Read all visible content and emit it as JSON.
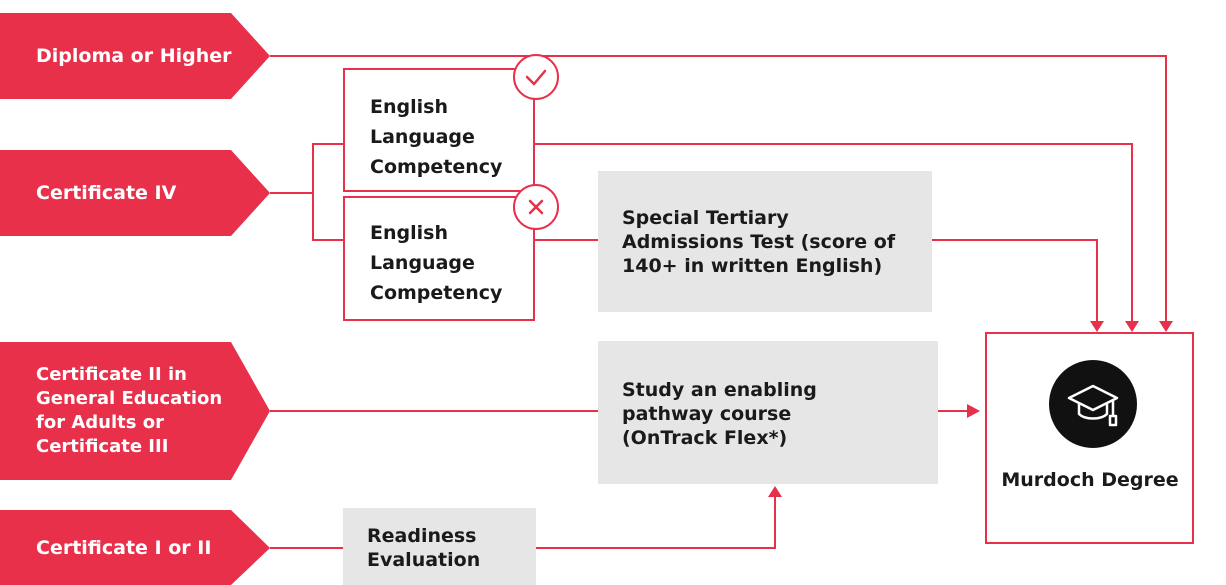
{
  "sources": {
    "diploma": "Diploma or Higher",
    "cert4": "Certificate IV",
    "cert2_3": "Certificate II in General Education for Adults or Certificate III",
    "cert1_2": "Certificate I or II"
  },
  "competency": {
    "pass": {
      "label": "English Language Competency",
      "status_icon": "check-icon"
    },
    "fail": {
      "label": "English Language Competency",
      "status_icon": "cross-icon"
    }
  },
  "pathways": {
    "stat": "Special Tertiary Admissions Test (score of 140+ in written English)",
    "enabling": "Study an enabling pathway course (OnTrack Flex*)",
    "readiness": "Readiness Evaluation"
  },
  "destination": {
    "label": "Murdoch Degree",
    "icon": "graduation-cap-icon"
  },
  "colors": {
    "accent": "#E8304A",
    "box_fill": "#E6E6E6",
    "text": "#1a1a1a",
    "icon_circle": "#111111"
  }
}
